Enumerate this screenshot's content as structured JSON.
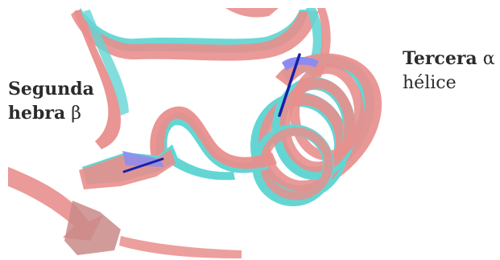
{
  "labels": {
    "helix": {
      "line1_word": "Tercera",
      "line1_greek": "α",
      "line2": "hélice"
    },
    "strand": {
      "line1": "Segunda",
      "line2_word": "hebra",
      "line2_greek": "β"
    }
  },
  "colors": {
    "structure_a": "#e88f8d",
    "structure_b": "#63d6d4",
    "marker": "#1a1fa8",
    "marker_overlay": "#8c8cf0",
    "background": "#ffffff"
  }
}
